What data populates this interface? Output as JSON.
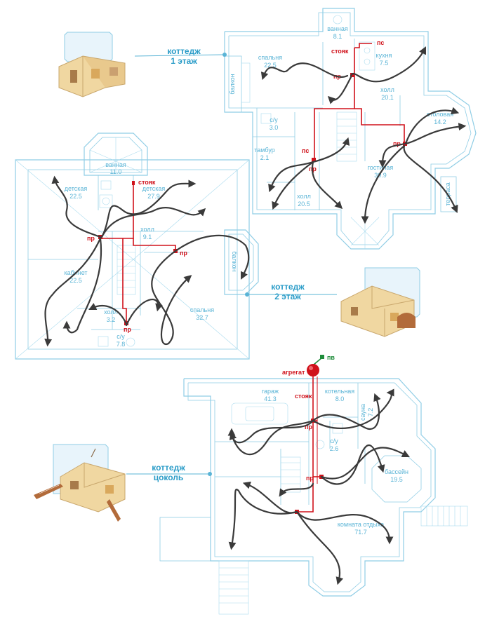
{
  "floors": {
    "first": {
      "title_line1": "коттедж",
      "title_line2": "1 этаж",
      "rooms": [
        {
          "name": "ванная",
          "area": "8.1"
        },
        {
          "name": "спальня",
          "area": "22.5"
        },
        {
          "name": "кухня",
          "area": "7.5"
        },
        {
          "name": "холл",
          "area": "20.1"
        },
        {
          "name": "столовая",
          "area": "14.2"
        },
        {
          "name": "с/у",
          "area": "3.0"
        },
        {
          "name": "тамбур",
          "area": "2.1"
        },
        {
          "name": "гостиная",
          "area": "30.9"
        },
        {
          "name": "холл",
          "area": "20.5"
        }
      ],
      "side_labels": {
        "balcony": "балкон",
        "terrace": "терраса"
      },
      "tags": {
        "riser": "стояк",
        "ps1": "пс",
        "ps2": "пс",
        "pr1": "пр",
        "pr2": "пр",
        "pr3": "пр"
      }
    },
    "second": {
      "title_line1": "коттедж",
      "title_line2": "2 этаж",
      "rooms": [
        {
          "name": "ванная",
          "area": "11.0"
        },
        {
          "name": "детская",
          "area": "22.5"
        },
        {
          "name": "детская",
          "area": "27.9"
        },
        {
          "name": "холл",
          "area": "9.1"
        },
        {
          "name": "кабинет",
          "area": "22.5"
        },
        {
          "name": "холл",
          "area": "3.2"
        },
        {
          "name": "спальня",
          "area": "32.7"
        },
        {
          "name": "с/у",
          "area": "7.8"
        }
      ],
      "side_labels": {
        "balcony": "балкон"
      },
      "tags": {
        "riser": "стояк",
        "pr1": "пр",
        "pr2": "пр",
        "pr3": "пр"
      }
    },
    "basement": {
      "title_line1": "коттедж",
      "title_line2": "цоколь",
      "rooms": [
        {
          "name": "гараж",
          "area": "41.3"
        },
        {
          "name": "котельная",
          "area": "8.0"
        },
        {
          "name": "сауна",
          "area": "7.2"
        },
        {
          "name": "с/у",
          "area": "2.6"
        },
        {
          "name": "бассейн",
          "area": "19.5"
        },
        {
          "name": "комната отдыха",
          "area": "71.7"
        }
      ],
      "tags": {
        "unit": "агрегат",
        "pv": "пв",
        "riser": "стояк",
        "pr1": "пр",
        "pr2": "пр"
      }
    }
  },
  "colors": {
    "walls": "#8fcde5",
    "labels": "#5ab4d6",
    "titles": "#2a9cc8",
    "duct": "#3a3a3a",
    "pipe": "#d0121b",
    "intake": "#1e8c3a"
  },
  "icons": [
    "house-1floor-icon",
    "house-2floor-icon",
    "house-basement-icon",
    "air-unit-icon"
  ]
}
